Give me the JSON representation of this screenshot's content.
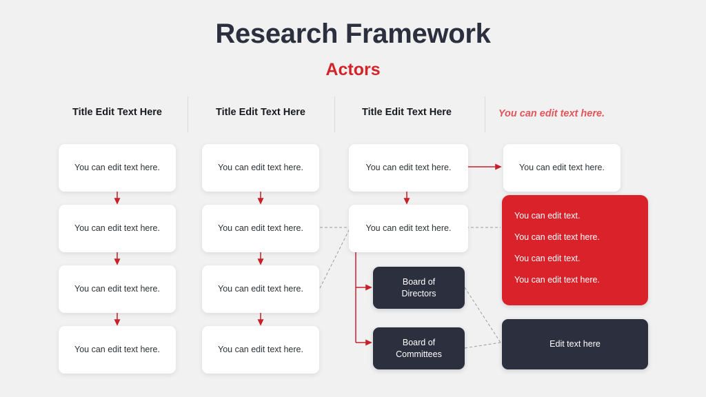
{
  "page": {
    "background_color": "#f1f1f1",
    "accent_red": "#d9222a",
    "accent_dark": "#2b2f3e",
    "title": "Research Framework",
    "subtitle": "Actors"
  },
  "columns": [
    {
      "header": "Title Edit Text Here",
      "style": "bold-dark"
    },
    {
      "header": "Title Edit Text Here",
      "style": "bold-dark"
    },
    {
      "header": "Title Edit Text Here",
      "style": "bold-dark"
    },
    {
      "header": "You can edit text here.",
      "style": "italic-red"
    }
  ],
  "column1_boxes": [
    {
      "text": "You can edit text here."
    },
    {
      "text": "You can edit text here."
    },
    {
      "text": "You can edit text here."
    },
    {
      "text": "You can edit text here."
    }
  ],
  "column2_boxes": [
    {
      "text": "You can edit text here."
    },
    {
      "text": "You can edit text here."
    },
    {
      "text": "You can edit text here."
    },
    {
      "text": "You can edit text here."
    }
  ],
  "column3_boxes": [
    {
      "text": "You can edit text here."
    },
    {
      "text": "You can edit text here."
    }
  ],
  "board_boxes": [
    {
      "line1": "Board of",
      "line2": "Directors"
    },
    {
      "line1": "Board of",
      "line2": "Committees"
    }
  ],
  "column4": {
    "top_box": {
      "text": "You can edit text here."
    },
    "red_box": {
      "lines": [
        "You can edit text.",
        "You can edit text here.",
        "You can edit text.",
        "You can edit text here."
      ]
    },
    "bottom_box": {
      "text": "Edit text here"
    }
  }
}
